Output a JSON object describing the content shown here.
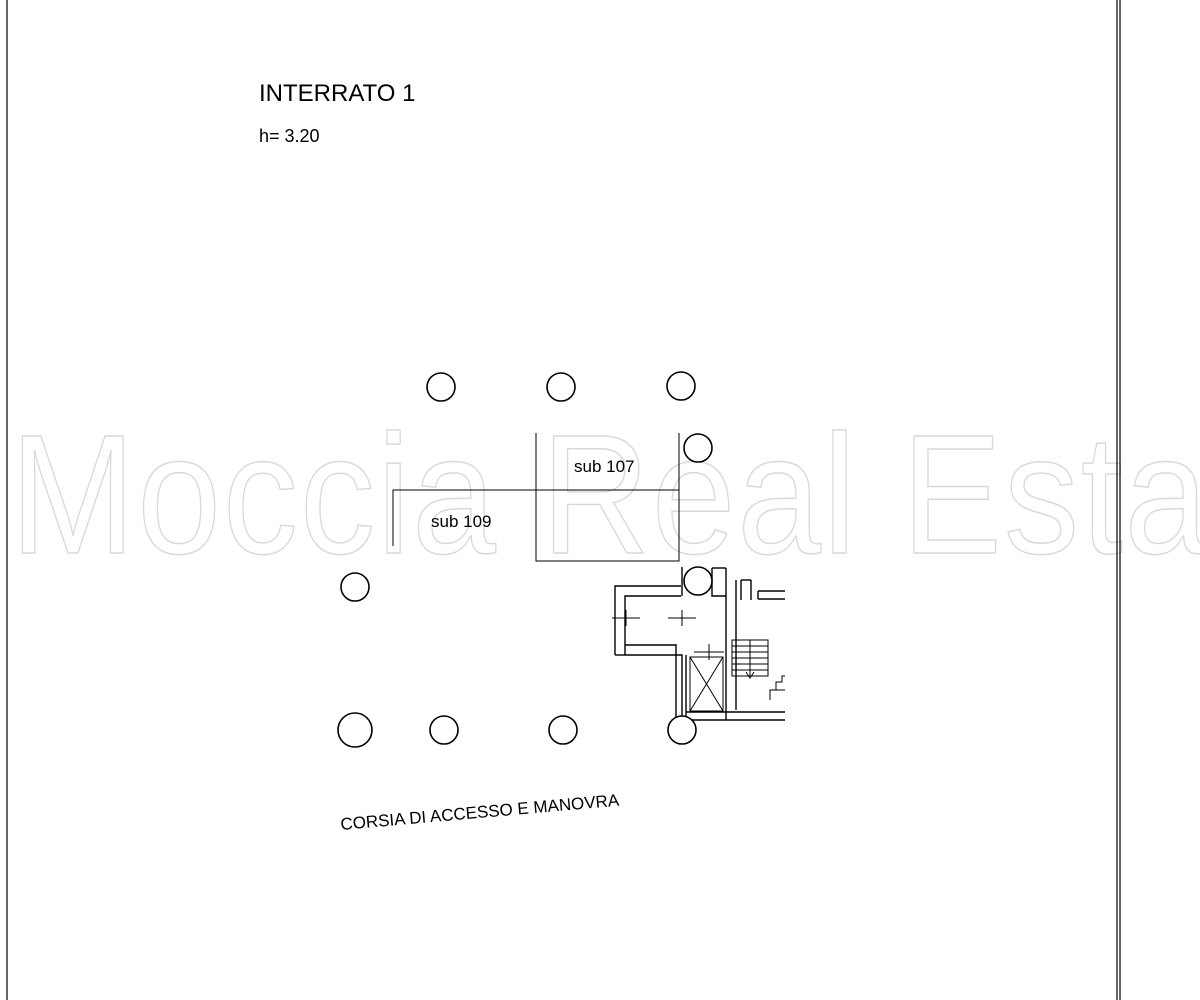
{
  "sheet": {
    "title": "INTERRATO 1",
    "height_note": "h= 3.20"
  },
  "units": [
    {
      "label": "sub 107"
    },
    {
      "label": "sub 109"
    }
  ],
  "lane_label": "CORSIA DI ACCESSO E MANOVRA",
  "watermark": "Moccia Real Esta"
}
